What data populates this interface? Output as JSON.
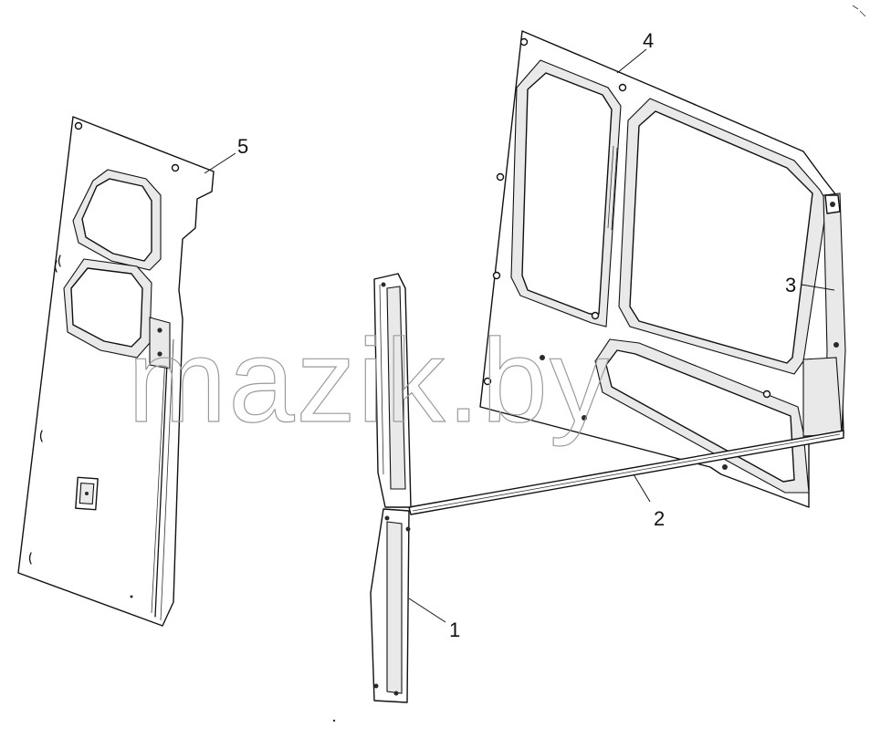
{
  "watermark": {
    "text": "mazik.by"
  },
  "callouts": {
    "c1": "1",
    "c2": "2",
    "c3": "3",
    "c4": "4",
    "c5": "5"
  }
}
